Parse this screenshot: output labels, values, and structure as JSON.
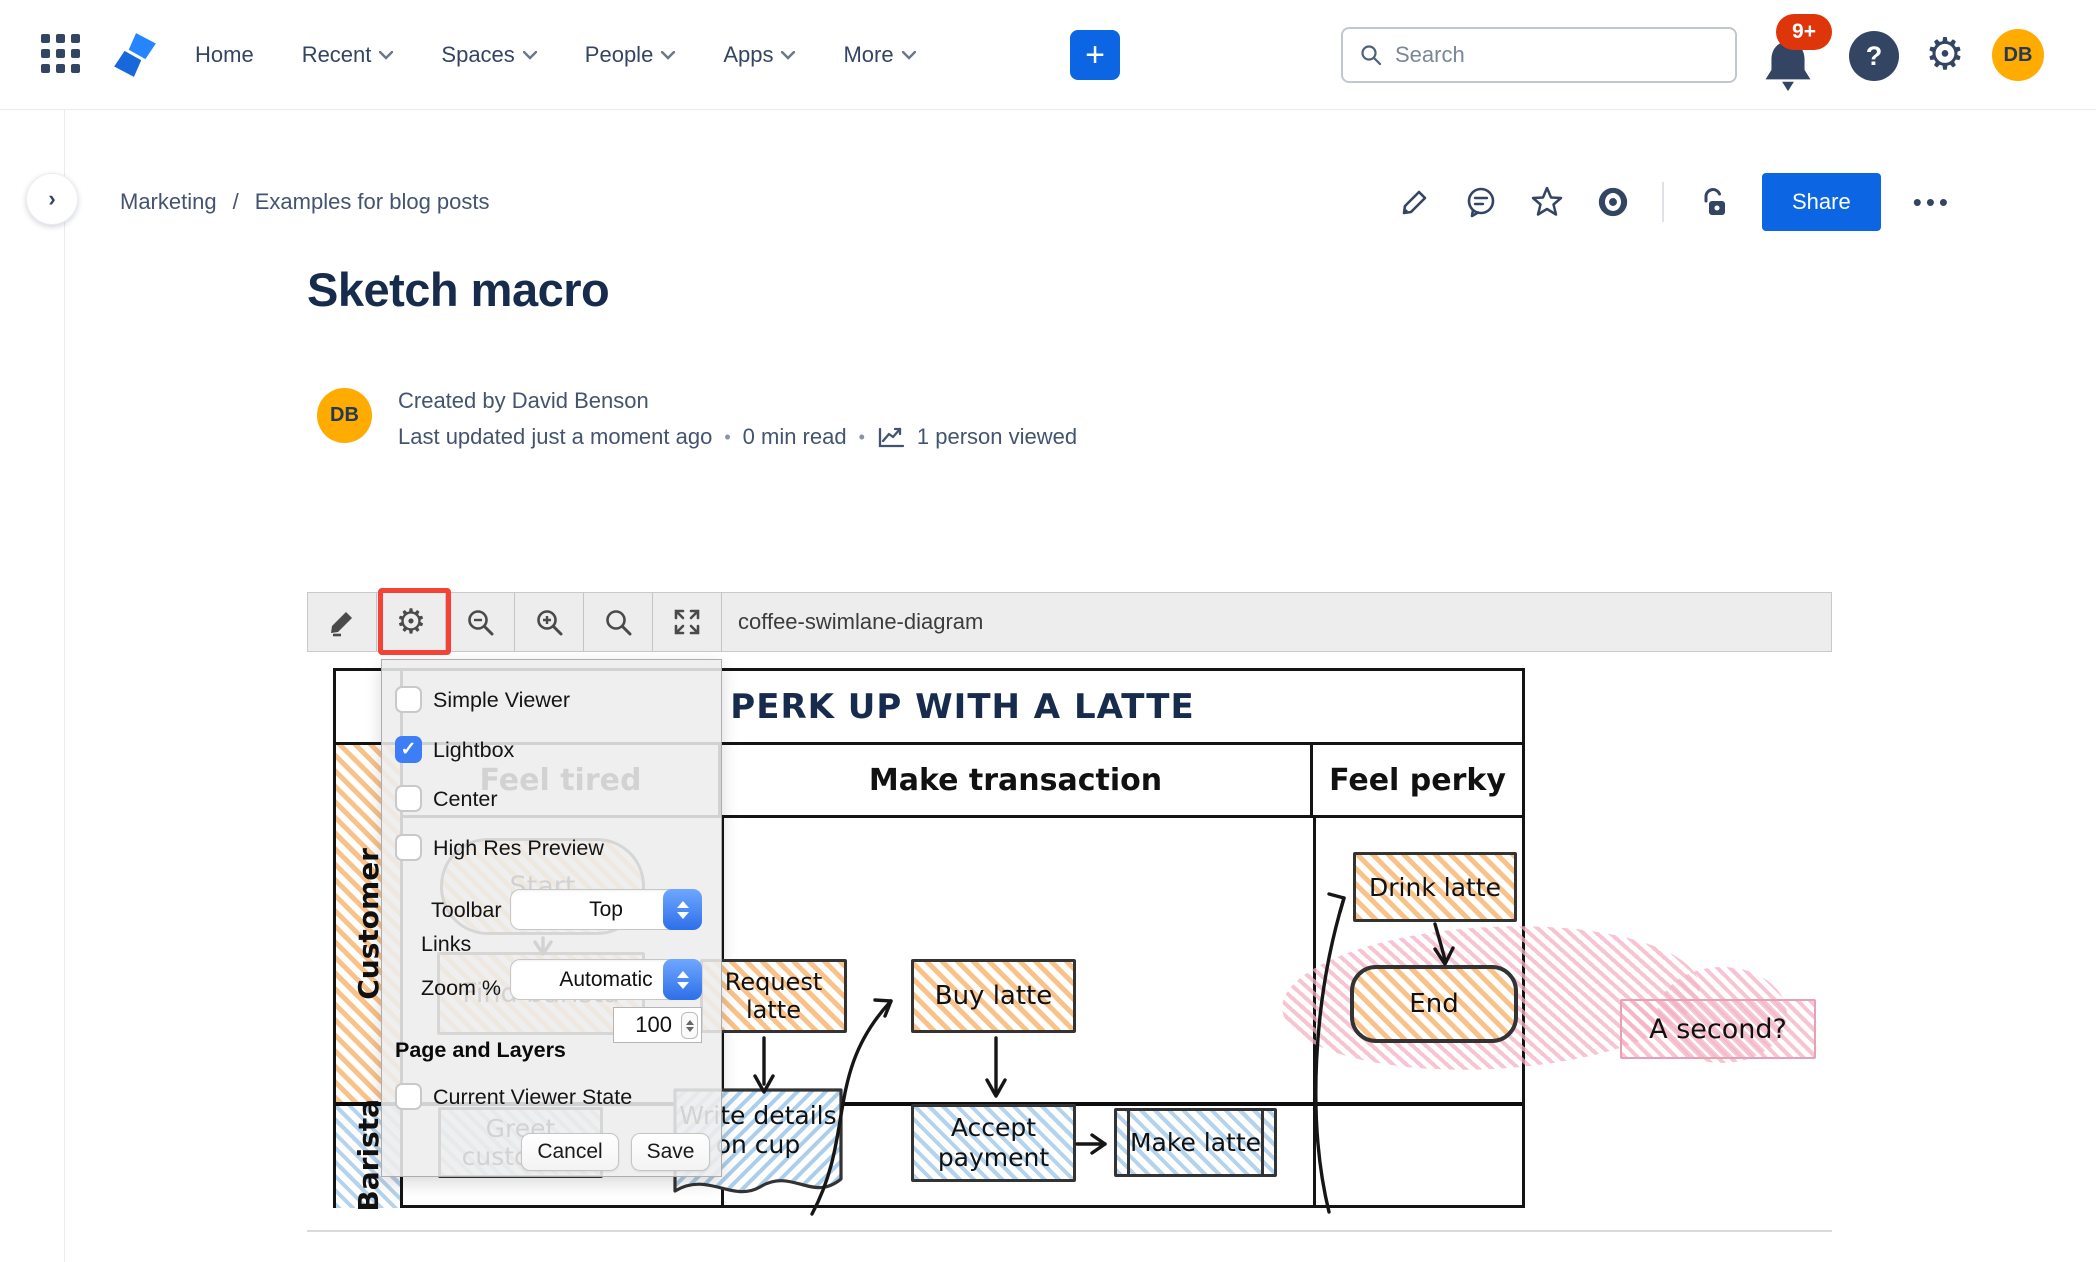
{
  "topnav": {
    "items": [
      {
        "label": "Home",
        "chevron": false
      },
      {
        "label": "Recent",
        "chevron": true
      },
      {
        "label": "Spaces",
        "chevron": true
      },
      {
        "label": "People",
        "chevron": true
      },
      {
        "label": "Apps",
        "chevron": true
      },
      {
        "label": "More",
        "chevron": true
      }
    ],
    "create_label": "+",
    "search_placeholder": "Search",
    "notifications_badge": "9+",
    "help_glyph": "?",
    "gear_glyph": "⚙",
    "avatar_initials": "DB"
  },
  "breadcrumb": {
    "items": [
      "Marketing",
      "Examples for blog posts"
    ],
    "separator": "/"
  },
  "page_actions": {
    "share_label": "Share",
    "more_glyph": "•••",
    "expand_glyph": "›"
  },
  "page": {
    "title": "Sketch macro",
    "avatar_initials": "DB",
    "byline_created": "Created by David Benson",
    "byline_updated": "Last updated just a moment ago",
    "byline_read": "0 min read",
    "byline_viewed": "1 person viewed",
    "byline_sep": "•"
  },
  "viewer": {
    "toolbar_title": "coffee-swimlane-diagram",
    "toolbar_gear_glyph": "⚙",
    "settings": {
      "checkboxes": [
        {
          "label": "Simple Viewer",
          "checked": false
        },
        {
          "label": "Lightbox",
          "checked": true
        },
        {
          "label": "Center",
          "checked": false
        },
        {
          "label": "High Res Preview",
          "checked": false
        }
      ],
      "check_glyph": "✓",
      "toolbar_label": "Toolbar",
      "toolbar_value": "Top",
      "links_label": "Links",
      "links_value": "Automatic",
      "zoom_label": "Zoom %",
      "zoom_value": "100",
      "section_heading": "Page and Layers",
      "viewer_state": {
        "label": "Current Viewer State",
        "checked": false
      },
      "cancel_label": "Cancel",
      "save_label": "Save"
    }
  },
  "diagram": {
    "title": "PERK UP WITH A LATTE",
    "lanes": [
      "Customer",
      "Barista"
    ],
    "columns": [
      "Feel tired",
      "Make transaction",
      "Feel perky"
    ],
    "nodes": {
      "start": "Start",
      "find_barista": "Find barista",
      "request_latte": "Request latte",
      "buy_latte": "Buy latte",
      "drink_latte": "Drink latte",
      "end": "End",
      "greet_customer": "Greet customer",
      "write_details": "Write details on cup",
      "accept_payment": "Accept payment",
      "make_latte": "Make latte",
      "note": "A second?"
    }
  },
  "colors": {
    "accent_blue": "#0C66E4",
    "nav_icon": "#344563",
    "badge_red": "#DE350B",
    "avatar_orange": "#FFAB00",
    "annotation_red": "#F44336",
    "checkbox_blue": "#3D7DF5",
    "hatch_orange": "#F7B773",
    "hatch_blue": "#ADCEEA",
    "hatch_pink": "#F3B1C4"
  }
}
